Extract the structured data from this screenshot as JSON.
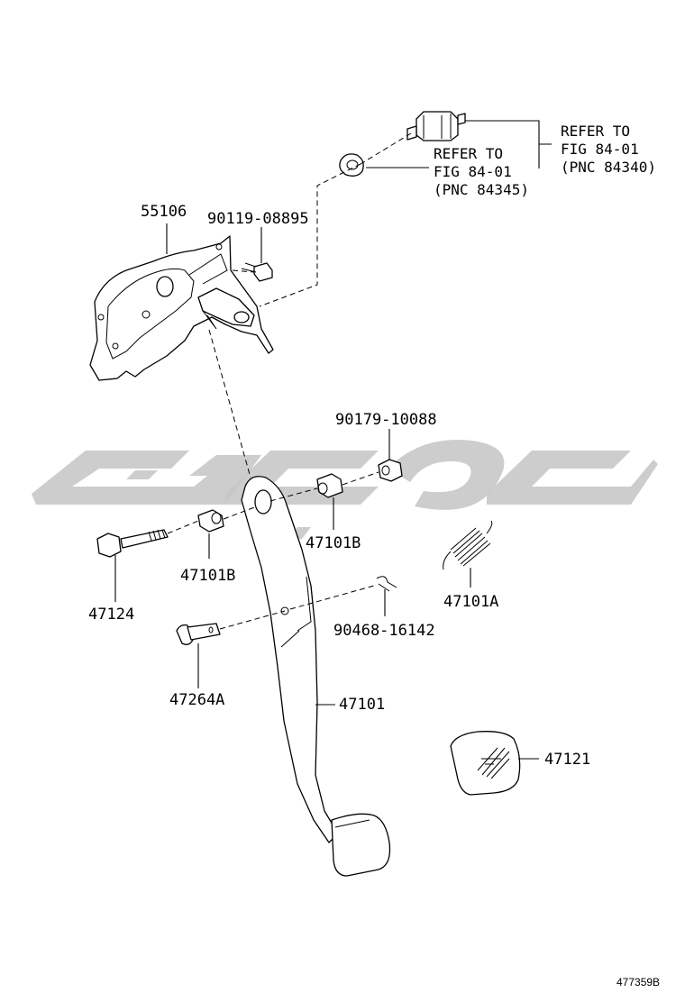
{
  "parts": {
    "p55106": "55106",
    "p90119": "90119-08895",
    "p90179": "90179-10088",
    "p47101B_a": "47101B",
    "p47101B_b": "47101B",
    "p47124": "47124",
    "p47101A": "47101A",
    "p90468": "90468-16142",
    "p47264A": "47264A",
    "p47101": "47101",
    "p47121": "47121"
  },
  "refs": {
    "switch": [
      "REFER TO",
      "FIG 84-01",
      "(PNC 84340)"
    ],
    "cushion": [
      "REFER TO",
      "FIG 84-01",
      "(PNC 84345)"
    ]
  },
  "figure_id": "477359B",
  "colors": {
    "line": "#000000",
    "watermark": "#c8c8c8",
    "background": "#ffffff"
  }
}
